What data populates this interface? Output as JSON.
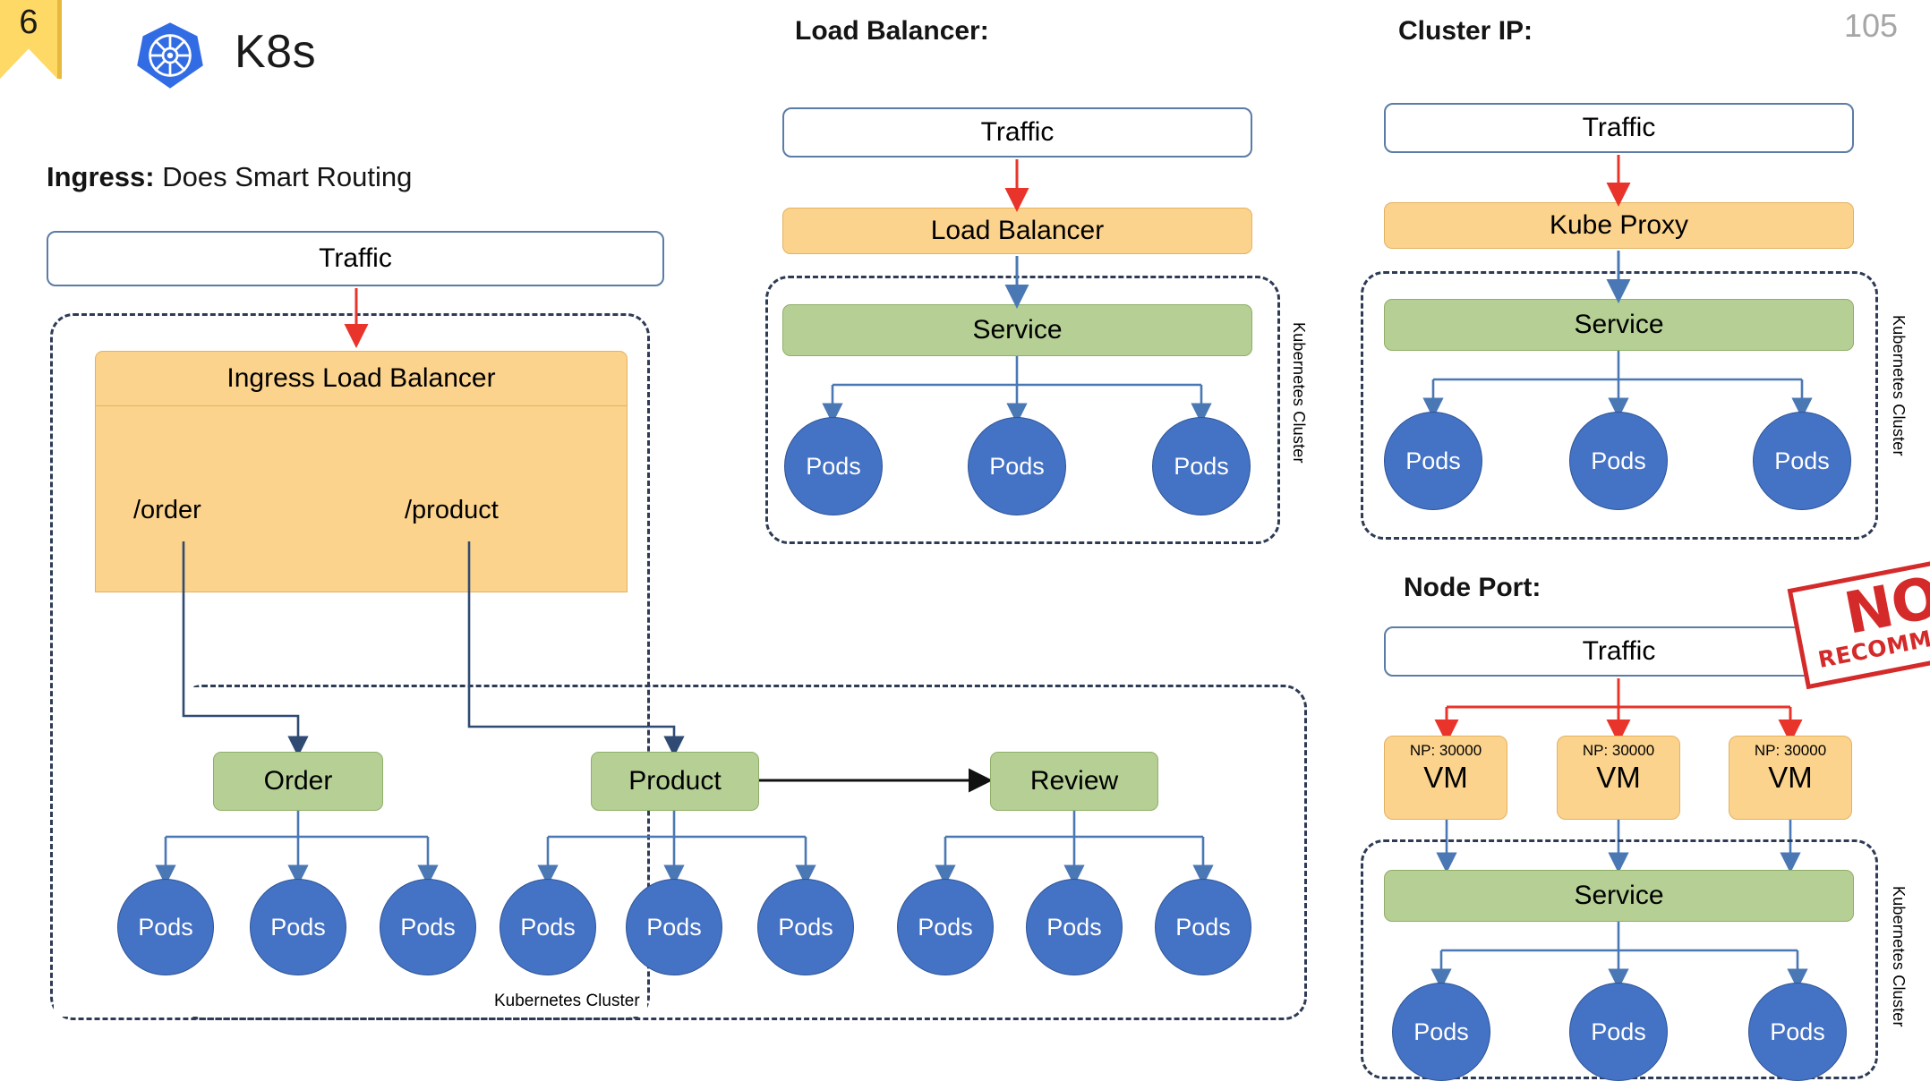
{
  "page": {
    "number": "105"
  },
  "header": {
    "ribbon_number": "6",
    "logo_name": "kubernetes-logo",
    "title": "K8s"
  },
  "ingress": {
    "heading_bold": "Ingress:",
    "heading_rest": " Does Smart Routing",
    "traffic_label": "Traffic",
    "load_balancer_label": "Ingress Load Balancer",
    "paths": [
      {
        "label": "/order"
      },
      {
        "label": "/product"
      }
    ],
    "services": [
      {
        "label": "Order"
      },
      {
        "label": "Product"
      },
      {
        "label": "Review"
      }
    ],
    "pods": [
      {
        "label": "Pods"
      },
      {
        "label": "Pods"
      },
      {
        "label": "Pods"
      },
      {
        "label": "Pods"
      },
      {
        "label": "Pods"
      },
      {
        "label": "Pods"
      },
      {
        "label": "Pods"
      },
      {
        "label": "Pods"
      },
      {
        "label": "Pods"
      }
    ],
    "cluster_label": "Kubernetes Cluster"
  },
  "load_balancer": {
    "section_title": "Load Balancer:",
    "traffic_label": "Traffic",
    "lb_label": "Load Balancer",
    "service_label": "Service",
    "pods": [
      {
        "label": "Pods"
      },
      {
        "label": "Pods"
      },
      {
        "label": "Pods"
      }
    ],
    "cluster_label": "Kubernetes Cluster"
  },
  "cluster_ip": {
    "section_title": "Cluster IP:",
    "traffic_label": "Traffic",
    "proxy_label": "Kube Proxy",
    "service_label": "Service",
    "pods": [
      {
        "label": "Pods"
      },
      {
        "label": "Pods"
      },
      {
        "label": "Pods"
      }
    ],
    "cluster_label": "Kubernetes Cluster"
  },
  "node_port": {
    "section_title": "Node Port:",
    "traffic_label": "Traffic",
    "vms": [
      {
        "port_label": "NP: 30000",
        "name": "VM"
      },
      {
        "port_label": "NP: 30000",
        "name": "VM"
      },
      {
        "port_label": "NP: 30000",
        "name": "VM"
      }
    ],
    "service_label": "Service",
    "pods": [
      {
        "label": "Pods"
      },
      {
        "label": "Pods"
      },
      {
        "label": "Pods"
      }
    ],
    "cluster_label": "Kubernetes Cluster",
    "stamp": {
      "main": "NOT",
      "sub": "RECOMMENDED"
    }
  },
  "colors": {
    "orange": "#fbd38d",
    "green": "#b5cf94",
    "pod_blue": "#4472c4",
    "arrow_blue": "#4a78b5",
    "arrow_red": "#e8342a",
    "dashed_border": "#2e3b55",
    "ribbon_yellow": "#ffd966"
  }
}
